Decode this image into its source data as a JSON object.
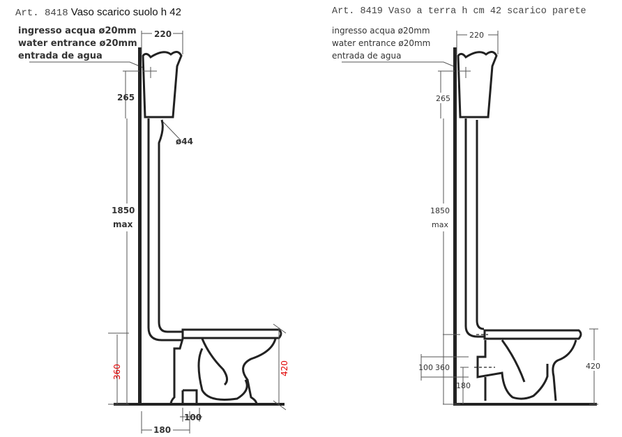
{
  "left": {
    "art_code": "Art. 8418",
    "title": "Vaso scarico suolo h 42",
    "inlet_labels": [
      "ingresso acqua ø20mm",
      "water entrance ø20mm",
      "entrada de agua"
    ],
    "dims": {
      "tank_width": "220",
      "tank_height": "265",
      "pipe_diameter": "ø44",
      "total_height": "1850",
      "total_height_suffix": "max",
      "seat_height_inner": "360",
      "seat_height": "420",
      "drain_width": "100",
      "drain_offset": "180"
    }
  },
  "right": {
    "art_code": "Art. 8419",
    "title": "Vaso a terra h cm 42 scarico parete",
    "inlet_labels": [
      "ingresso acqua ø20mm",
      "water entrance ø20mm",
      "entrada de agua"
    ],
    "dims": {
      "tank_width": "220",
      "tank_height": "265",
      "total_height": "1850",
      "total_height_suffix": "max",
      "drain_height": "100",
      "seat_height_inner": "360",
      "drain_center": "180",
      "seat_height": "420"
    }
  }
}
